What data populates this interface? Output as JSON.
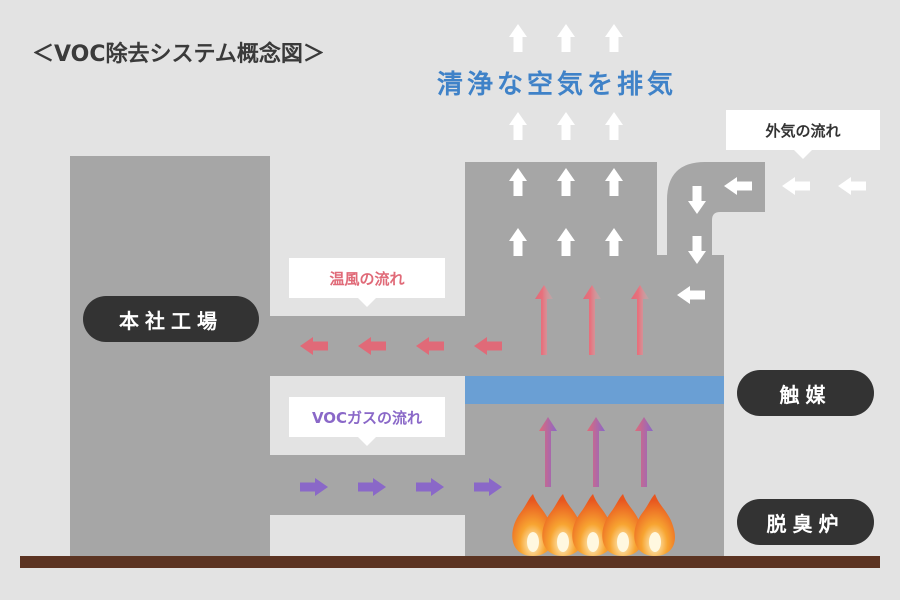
{
  "title": "＜VOC除去システム概念図＞",
  "clean_air_label": "清浄な空気を排気",
  "callouts": {
    "outside_air": "外気の流れ",
    "warm_air": "温風の流れ",
    "voc_gas": "VOCガスの流れ"
  },
  "labels": {
    "factory": "本社工場",
    "catalyst": "触媒",
    "deodorizing_furnace": "脱臭炉"
  },
  "colors": {
    "background": "#e3e3e3",
    "structure": "#a6a6a6",
    "ground": "#5c3422",
    "catalyst_layer": "#6a9fd4",
    "clean_text": "#3f82c8",
    "warm_air": "#e06a78",
    "voc_gas": "#8a68c8",
    "label_pill": "#333333"
  },
  "icons": [
    "white-arrow-icon",
    "warm-air-arrow-icon",
    "voc-arrow-icon",
    "gradient-up-arrow-icon",
    "flame-icon"
  ]
}
